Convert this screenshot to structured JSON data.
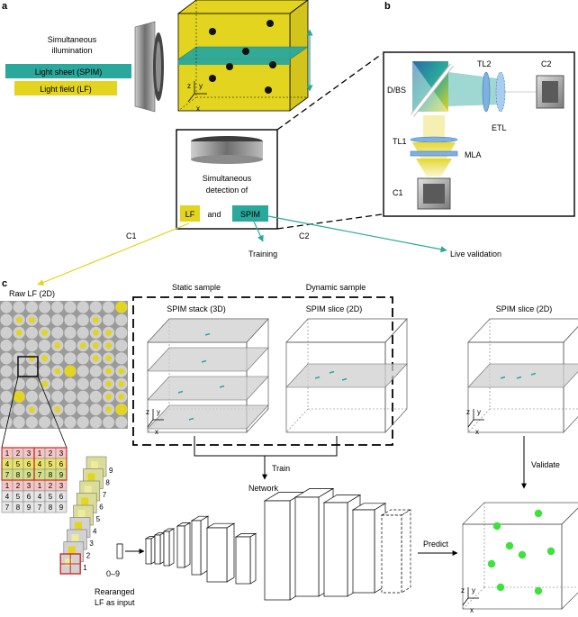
{
  "panels": {
    "a": "a",
    "b": "b",
    "c": "c"
  },
  "illumination": {
    "title_line1": "Simultaneous",
    "title_line2": "illumination",
    "light_sheet": "Light sheet (SPIM)",
    "light_field": "Light field (LF)"
  },
  "axes": {
    "z": "z",
    "y": "y",
    "x": "x"
  },
  "detection": {
    "line1": "Simultaneous",
    "line2": "detection of",
    "lf": "LF",
    "and": "and",
    "spim": "SPIM",
    "c1": "C1",
    "c2": "C2",
    "training": "Training",
    "live_validation": "Live validation"
  },
  "optics": {
    "dbs": "D/BS",
    "tl2": "TL2",
    "c2": "C2",
    "etl": "ETL",
    "tl1": "TL1",
    "mla": "MLA",
    "c1": "C1"
  },
  "panel_c": {
    "raw_lf": "Raw LF (2D)",
    "static_sample": "Static sample",
    "dynamic_sample": "Dynamic sample",
    "spim_stack": "SPIM stack (3D)",
    "spim_slice": "SPIM slice (2D)",
    "spim_slice_right": "SPIM slice (2D)",
    "train": "Train",
    "network": "Network",
    "validate": "Validate",
    "predict": "Predict",
    "range": "0–9",
    "rearranged_line1": "Rearanged",
    "rearranged_line2": "LF as input",
    "grid_rows": [
      [
        "1",
        "2",
        "3",
        "1",
        "2",
        "3"
      ],
      [
        "4",
        "5",
        "6",
        "4",
        "5",
        "6"
      ],
      [
        "7",
        "8",
        "9",
        "7",
        "8",
        "9"
      ],
      [
        "1",
        "2",
        "3",
        "1",
        "2",
        "3"
      ],
      [
        "4",
        "5",
        "6",
        "4",
        "5",
        "6"
      ],
      [
        "7",
        "8",
        "9",
        "7",
        "8",
        "9"
      ]
    ],
    "stack_numbers": [
      "9",
      "8",
      "7",
      "6",
      "5",
      "4",
      "3",
      "2",
      "1"
    ]
  },
  "colors": {
    "lf_yellow": "#e2d41f",
    "spim_teal": "#2aa89c",
    "point_green": "#3de23d",
    "dot_dark": "#111111"
  }
}
